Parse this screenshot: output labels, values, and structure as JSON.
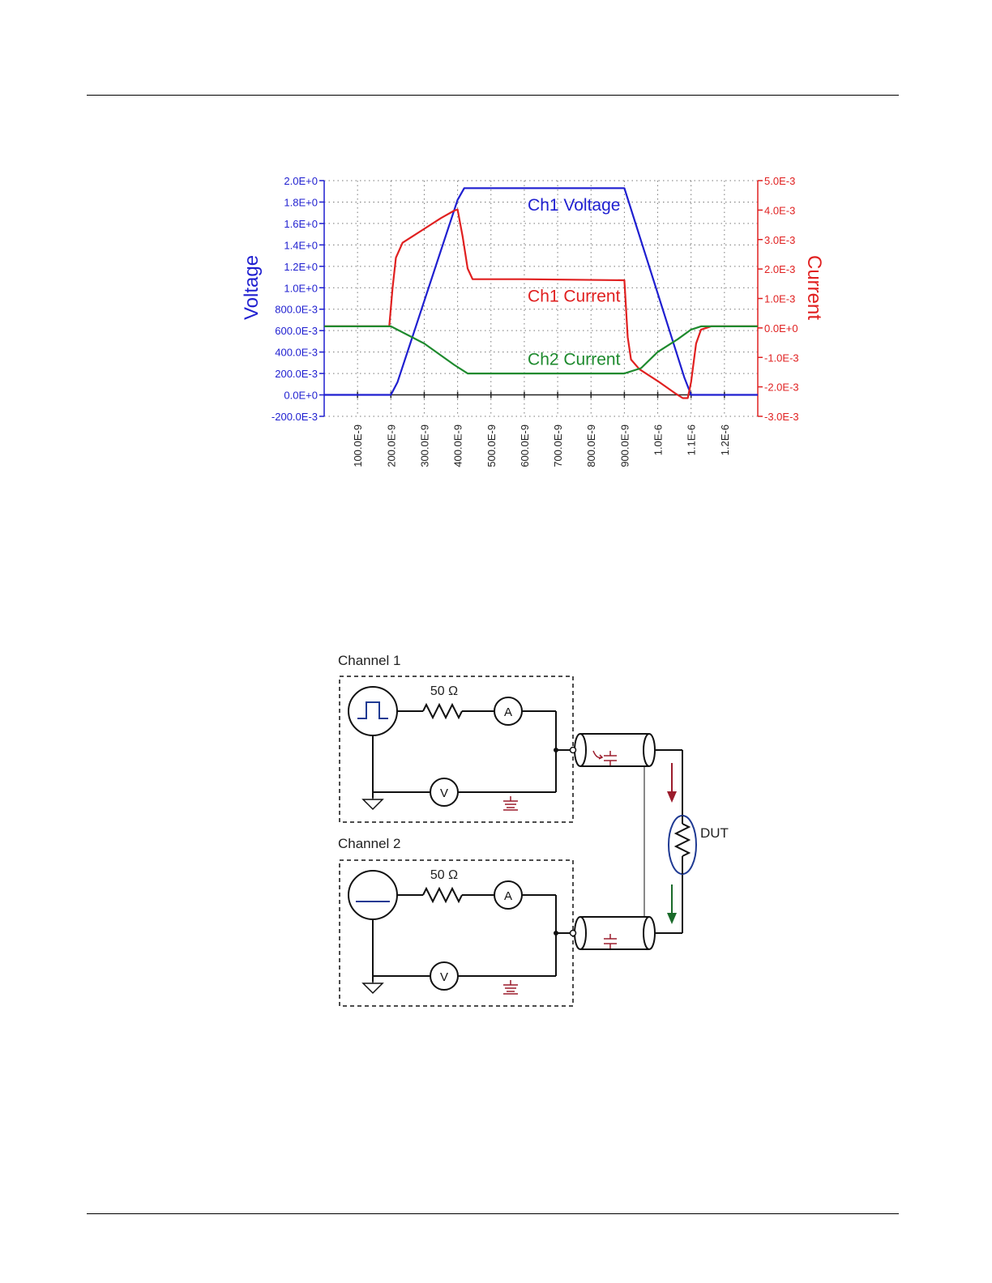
{
  "chart_data": {
    "type": "line",
    "x_ticks": [
      {
        "value": 1e-07,
        "label": "100.0E-9"
      },
      {
        "value": 2e-07,
        "label": "200.0E-9"
      },
      {
        "value": 3e-07,
        "label": "300.0E-9"
      },
      {
        "value": 4e-07,
        "label": "400.0E-9"
      },
      {
        "value": 5e-07,
        "label": "500.0E-9"
      },
      {
        "value": 6e-07,
        "label": "600.0E-9"
      },
      {
        "value": 7e-07,
        "label": "700.0E-9"
      },
      {
        "value": 8e-07,
        "label": "800.0E-9"
      },
      {
        "value": 9e-07,
        "label": "900.0E-9"
      },
      {
        "value": 1e-06,
        "label": "1.0E-6"
      },
      {
        "value": 1.1e-06,
        "label": "1.1E-6"
      },
      {
        "value": 1.2e-06,
        "label": "1.2E-6"
      }
    ],
    "xlim": [
      0,
      1.3e-06
    ],
    "y_left": {
      "label": "Voltage",
      "color": "#1f1fd0",
      "lim": [
        -0.2,
        2.0
      ],
      "ticks": [
        {
          "value": 2.0,
          "label": "2.0E+0"
        },
        {
          "value": 1.8,
          "label": "1.8E+0"
        },
        {
          "value": 1.6,
          "label": "1.6E+0"
        },
        {
          "value": 1.4,
          "label": "1.4E+0"
        },
        {
          "value": 1.2,
          "label": "1.2E+0"
        },
        {
          "value": 1.0,
          "label": "1.0E+0"
        },
        {
          "value": 0.8,
          "label": "800.0E-3"
        },
        {
          "value": 0.6,
          "label": "600.0E-3"
        },
        {
          "value": 0.4,
          "label": "400.0E-3"
        },
        {
          "value": 0.2,
          "label": "200.0E-3"
        },
        {
          "value": 0.0,
          "label": "0.0E+0"
        },
        {
          "value": -0.2,
          "label": "-200.0E-3"
        }
      ]
    },
    "y_right": {
      "label": "Current",
      "color": "#e02020",
      "lim": [
        -0.003,
        0.005
      ],
      "ticks": [
        {
          "value": 0.005,
          "label": "5.0E-3"
        },
        {
          "value": 0.004,
          "label": "4.0E-3"
        },
        {
          "value": 0.003,
          "label": "3.0E-3"
        },
        {
          "value": 0.002,
          "label": "2.0E-3"
        },
        {
          "value": 0.001,
          "label": "1.0E-3"
        },
        {
          "value": 0.0,
          "label": "0.0E+0"
        },
        {
          "value": -0.001,
          "label": "-1.0E-3"
        },
        {
          "value": -0.002,
          "label": "-2.0E-3"
        },
        {
          "value": -0.003,
          "label": "-3.0E-3"
        }
      ]
    },
    "grid": true,
    "series": [
      {
        "name": "Ch1 Voltage",
        "axis": "left",
        "color": "#1f1fd0",
        "x": [
          0,
          2e-07,
          2.2e-07,
          4e-07,
          4.2e-07,
          9e-07,
          1.08e-06,
          1.1e-06,
          1.3e-06
        ],
        "y": [
          0.0,
          0.0,
          0.12,
          1.82,
          1.93,
          1.93,
          0.16,
          0.0,
          0.0
        ]
      },
      {
        "name": "Ch1 Current",
        "axis": "left",
        "color": "#e02020",
        "x": [
          0,
          1.95e-07,
          2.05e-07,
          2.15e-07,
          2.35e-07,
          2.6e-07,
          3e-07,
          3.5e-07,
          3.9e-07,
          4e-07,
          4.15e-07,
          4.3e-07,
          4.45e-07,
          6e-07,
          9e-07,
          9.1e-07,
          9.2e-07,
          9.45e-07,
          1e-06,
          1.05e-06,
          1.075e-06,
          1.09e-06,
          1.1e-06,
          1.115e-06,
          1.13e-06,
          1.16e-06,
          1.3e-06
        ],
        "y": [
          0.64,
          0.64,
          1.0,
          1.28,
          1.42,
          1.47,
          1.55,
          1.65,
          1.72,
          1.73,
          1.48,
          1.18,
          1.08,
          1.08,
          1.07,
          0.54,
          0.33,
          0.24,
          0.13,
          0.02,
          -0.03,
          -0.03,
          0.12,
          0.48,
          0.61,
          0.64,
          0.64
        ]
      },
      {
        "name": "Ch2 Current",
        "axis": "left",
        "color": "#1e8a2e",
        "x": [
          0,
          2e-07,
          3e-07,
          3.9e-07,
          4.3e-07,
          9e-07,
          9.5e-07,
          1e-06,
          1.06e-06,
          1.1e-06,
          1.13e-06,
          1.3e-06
        ],
        "y": [
          0.64,
          0.64,
          0.48,
          0.28,
          0.2,
          0.2,
          0.25,
          0.4,
          0.52,
          0.61,
          0.64,
          0.64
        ]
      }
    ],
    "annotations": [
      {
        "text": "Ch1 Voltage",
        "x": 6.1e-07,
        "y": 1.72,
        "color": "#1f1fd0"
      },
      {
        "text": "Ch1 Current",
        "x": 6.1e-07,
        "y": 0.87,
        "color": "#e02020"
      },
      {
        "text": "Ch2 Current",
        "x": 6.1e-07,
        "y": 0.28,
        "color": "#1e8a2e"
      }
    ]
  },
  "circuit": {
    "channel1_label": "Channel 1",
    "channel2_label": "Channel 2",
    "resistor1_label": "50 Ω",
    "resistor2_label": "50 Ω",
    "ammeter_label": "A",
    "voltmeter_label": "V",
    "dut_label": "DUT",
    "colors": {
      "wire": "#111111",
      "pulse": "#1f3a93",
      "arrow_down": "#9b1c2c",
      "arrow_return": "#1a6a2a",
      "ground": "#9b1c2c"
    }
  }
}
